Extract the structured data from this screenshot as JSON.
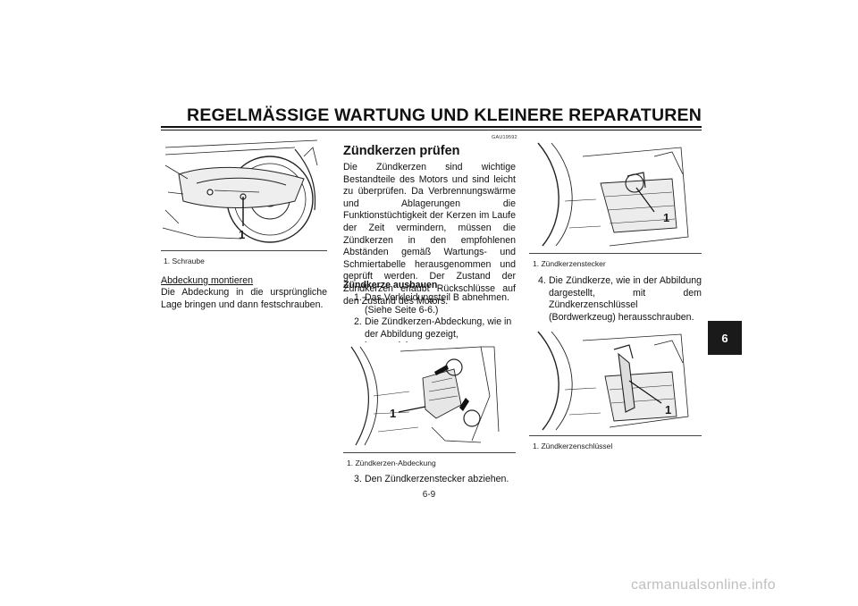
{
  "header": {
    "title": "REGELMÄSSIGE WARTUNG UND KLEINERE REPARATUREN"
  },
  "chapter_tab": "6",
  "page_number": "6-9",
  "watermark": "carmanualsonline.info",
  "left_column": {
    "figure": {
      "callout": "1",
      "caption": "1. Schraube"
    },
    "subheading": "Abdeckung montieren",
    "paragraph": "Die Abdeckung in die ursprüngliche Lage bringen und dann festschrauben."
  },
  "middle_column": {
    "code": "GAU19592",
    "heading": "Zündkerzen prüfen",
    "paragraph": "Die Zündkerzen sind wichtige Bestandteile des Motors und sind leicht zu überprüfen. Da Verbrennungswärme und Ablagerungen die Funktionstüchtigkeit der Kerzen im Laufe der Zeit vermindern, müssen die Zündkerzen in den empfohlenen Abständen gemäß Wartungs- und Schmiertabelle herausgenommen und geprüft werden. Der Zustand der Zündkerzen erlaubt Rückschlüsse auf den Zustand des Motors.",
    "subheading": "Zündkerze ausbauen",
    "steps": [
      {
        "num": "1.",
        "text": "Das Verkleidungsteil B abnehmen. (Siehe Seite 6-6.)"
      },
      {
        "num": "2.",
        "text": "Die Zündkerzen-Abdeckung, wie in der Abbildung gezeigt, herausziehen."
      }
    ],
    "figure": {
      "callout": "1",
      "caption": "1. Zündkerzen-Abdeckung"
    },
    "step3": {
      "num": "3.",
      "text": "Den Zündkerzenstecker abziehen."
    }
  },
  "right_column": {
    "figure_top": {
      "callout": "1",
      "caption": "1. Zündkerzenstecker"
    },
    "step4": {
      "num": "4.",
      "text": "Die Zündkerze, wie in der Abbildung dargestellt, mit dem Zündkerzenschlüssel (Bordwerkzeug) herausschrauben."
    },
    "figure_bottom": {
      "callout": "1",
      "caption": "1. Zündkerzenschlüssel"
    }
  }
}
